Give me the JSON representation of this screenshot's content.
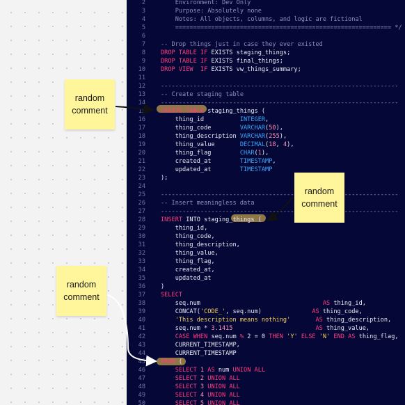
{
  "editor": {
    "lines": [
      {
        "n": "2",
        "t": [
          {
            "c": "cm",
            "s": "    Environment: Dev Only"
          }
        ]
      },
      {
        "n": "3",
        "t": [
          {
            "c": "cm",
            "s": "    Purpose: Absolutely none"
          }
        ]
      },
      {
        "n": "4",
        "t": [
          {
            "c": "cm",
            "s": "    Notes: All objects, columns, and logic are fictional"
          }
        ]
      },
      {
        "n": "5",
        "t": [
          {
            "c": "cm",
            "s": "    ============================================================ */"
          }
        ]
      },
      {
        "n": "6",
        "t": []
      },
      {
        "n": "7",
        "t": [
          {
            "c": "cm",
            "s": "-- Drop things just in case they ever existed"
          }
        ]
      },
      {
        "n": "8",
        "t": [
          {
            "c": "kw",
            "s": "DROP TABLE IF "
          },
          {
            "c": "pl",
            "s": "EXISTS staging_things;"
          }
        ]
      },
      {
        "n": "9",
        "t": [
          {
            "c": "kw",
            "s": "DROP TABLE IF "
          },
          {
            "c": "pl",
            "s": "EXISTS final_things;"
          }
        ]
      },
      {
        "n": "10",
        "t": [
          {
            "c": "kw",
            "s": "DROP VIEW  IF "
          },
          {
            "c": "pl",
            "s": "EXISTS vw_things_summary;"
          }
        ]
      },
      {
        "n": "11",
        "t": []
      },
      {
        "n": "12",
        "t": [
          {
            "c": "cm",
            "s": "------------------------------------------------------------------"
          }
        ]
      },
      {
        "n": "13",
        "t": [
          {
            "c": "cm",
            "s": "-- Create staging table"
          }
        ]
      },
      {
        "n": "14",
        "t": [
          {
            "c": "cm",
            "s": "------------------------------------------------------------------"
          }
        ]
      },
      {
        "n": "15",
        "t": [
          {
            "c": "kw",
            "s": "CREATE TABLE "
          },
          {
            "c": "pl",
            "s": "staging_things ("
          }
        ]
      },
      {
        "n": "16",
        "t": [
          {
            "c": "pl",
            "s": "    thing_id          "
          },
          {
            "c": "ty",
            "s": "INTEGER"
          },
          {
            "c": "pl",
            "s": ","
          }
        ]
      },
      {
        "n": "17",
        "t": [
          {
            "c": "pl",
            "s": "    thing_code        "
          },
          {
            "c": "ty",
            "s": "VARCHAR"
          },
          {
            "c": "pl",
            "s": "("
          },
          {
            "c": "nm",
            "s": "50"
          },
          {
            "c": "pl",
            "s": "),"
          }
        ]
      },
      {
        "n": "18",
        "t": [
          {
            "c": "pl",
            "s": "    thing_description "
          },
          {
            "c": "ty",
            "s": "VARCHAR"
          },
          {
            "c": "pl",
            "s": "("
          },
          {
            "c": "nm",
            "s": "255"
          },
          {
            "c": "pl",
            "s": "),"
          }
        ]
      },
      {
        "n": "19",
        "t": [
          {
            "c": "pl",
            "s": "    thing_value       "
          },
          {
            "c": "ty",
            "s": "DECIMAL"
          },
          {
            "c": "pl",
            "s": "("
          },
          {
            "c": "nm",
            "s": "18"
          },
          {
            "c": "pl",
            "s": ", "
          },
          {
            "c": "nm",
            "s": "4"
          },
          {
            "c": "pl",
            "s": "),"
          }
        ]
      },
      {
        "n": "20",
        "t": [
          {
            "c": "pl",
            "s": "    thing_flag        "
          },
          {
            "c": "ty",
            "s": "CHAR"
          },
          {
            "c": "pl",
            "s": "("
          },
          {
            "c": "nm",
            "s": "1"
          },
          {
            "c": "pl",
            "s": "),"
          }
        ]
      },
      {
        "n": "21",
        "t": [
          {
            "c": "pl",
            "s": "    created_at        "
          },
          {
            "c": "ty",
            "s": "TIMESTAMP"
          },
          {
            "c": "pl",
            "s": ","
          }
        ]
      },
      {
        "n": "22",
        "t": [
          {
            "c": "pl",
            "s": "    updated_at        "
          },
          {
            "c": "ty",
            "s": "TIMESTAMP"
          }
        ]
      },
      {
        "n": "23",
        "t": [
          {
            "c": "pl",
            "s": ");"
          }
        ]
      },
      {
        "n": "24",
        "t": []
      },
      {
        "n": "25",
        "t": [
          {
            "c": "cm",
            "s": "------------------------------------------------------------------"
          }
        ]
      },
      {
        "n": "26",
        "t": [
          {
            "c": "cm",
            "s": "-- Insert meaningless data"
          }
        ]
      },
      {
        "n": "27",
        "t": [
          {
            "c": "cm",
            "s": "------------------------------------------------------------------"
          }
        ]
      },
      {
        "n": "28",
        "t": [
          {
            "c": "kw",
            "s": "INSERT "
          },
          {
            "c": "pl",
            "s": "INTO staging_things ("
          }
        ]
      },
      {
        "n": "29",
        "t": [
          {
            "c": "pl",
            "s": "    thing_id,"
          }
        ]
      },
      {
        "n": "30",
        "t": [
          {
            "c": "pl",
            "s": "    thing_code,"
          }
        ]
      },
      {
        "n": "31",
        "t": [
          {
            "c": "pl",
            "s": "    thing_description,"
          }
        ]
      },
      {
        "n": "32",
        "t": [
          {
            "c": "pl",
            "s": "    thing_value,"
          }
        ]
      },
      {
        "n": "33",
        "t": [
          {
            "c": "pl",
            "s": "    thing_flag,"
          }
        ]
      },
      {
        "n": "34",
        "t": [
          {
            "c": "pl",
            "s": "    created_at,"
          }
        ]
      },
      {
        "n": "35",
        "t": [
          {
            "c": "pl",
            "s": "    updated_at"
          }
        ]
      },
      {
        "n": "36",
        "t": [
          {
            "c": "pl",
            "s": ")"
          }
        ]
      },
      {
        "n": "37",
        "t": [
          {
            "c": "kw",
            "s": "SELECT"
          }
        ]
      },
      {
        "n": "38",
        "t": [
          {
            "c": "pl",
            "s": "    seq.num                                  "
          },
          {
            "c": "kw",
            "s": "AS"
          },
          {
            "c": "pl",
            "s": " thing_id,"
          }
        ]
      },
      {
        "n": "39",
        "t": [
          {
            "c": "pl",
            "s": "    CONCAT("
          },
          {
            "c": "st",
            "s": "'CODE_'"
          },
          {
            "c": "pl",
            "s": ", seq.num)              "
          },
          {
            "c": "kw",
            "s": "AS"
          },
          {
            "c": "pl",
            "s": " thing_code,"
          }
        ]
      },
      {
        "n": "40",
        "t": [
          {
            "c": "pl",
            "s": "    "
          },
          {
            "c": "st",
            "s": "'This description means nothing'"
          },
          {
            "c": "pl",
            "s": "       "
          },
          {
            "c": "kw",
            "s": "AS"
          },
          {
            "c": "pl",
            "s": " thing_description,"
          }
        ]
      },
      {
        "n": "41",
        "t": [
          {
            "c": "pl",
            "s": "    seq.num * "
          },
          {
            "c": "nm",
            "s": "3.1415"
          },
          {
            "c": "pl",
            "s": "                       "
          },
          {
            "c": "kw",
            "s": "AS"
          },
          {
            "c": "pl",
            "s": " thing_value,"
          }
        ]
      },
      {
        "n": "42",
        "t": [
          {
            "c": "pl",
            "s": "    "
          },
          {
            "c": "kw",
            "s": "CASE WHEN"
          },
          {
            "c": "pl",
            "s": " seq.num "
          },
          {
            "c": "kw",
            "s": "%"
          },
          {
            "c": "pl",
            "s": " 2 = 0 "
          },
          {
            "c": "kw",
            "s": "THEN"
          },
          {
            "c": "st",
            "s": " 'Y' "
          },
          {
            "c": "kw",
            "s": "ELSE"
          },
          {
            "c": "st",
            "s": " 'N' "
          },
          {
            "c": "kw",
            "s": "END AS"
          },
          {
            "c": "pl",
            "s": " thing_flag,"
          }
        ]
      },
      {
        "n": "43",
        "t": [
          {
            "c": "pl",
            "s": "    CURRENT_TIMESTAMP,"
          }
        ]
      },
      {
        "n": "44",
        "t": [
          {
            "c": "pl",
            "s": "    CURRENT_TIMESTAMP"
          }
        ]
      },
      {
        "n": "45",
        "t": [
          {
            "c": "kw",
            "s": "FROM "
          },
          {
            "c": "pl",
            "s": "("
          }
        ]
      },
      {
        "n": "46",
        "t": [
          {
            "c": "kw",
            "s": "    SELECT "
          },
          {
            "c": "nm",
            "s": "1"
          },
          {
            "c": "kw",
            "s": " AS "
          },
          {
            "c": "pl",
            "s": "num "
          },
          {
            "c": "kw",
            "s": "UNION ALL"
          }
        ]
      },
      {
        "n": "47",
        "t": [
          {
            "c": "kw",
            "s": "    SELECT "
          },
          {
            "c": "nm",
            "s": "2"
          },
          {
            "c": "kw",
            "s": " UNION ALL"
          }
        ]
      },
      {
        "n": "48",
        "t": [
          {
            "c": "kw",
            "s": "    SELECT "
          },
          {
            "c": "nm",
            "s": "3"
          },
          {
            "c": "kw",
            "s": " UNION ALL"
          }
        ]
      },
      {
        "n": "49",
        "t": [
          {
            "c": "kw",
            "s": "    SELECT "
          },
          {
            "c": "nm",
            "s": "4"
          },
          {
            "c": "kw",
            "s": " UNION ALL"
          }
        ]
      },
      {
        "n": "50",
        "t": [
          {
            "c": "kw",
            "s": "    SELECT "
          },
          {
            "c": "nm",
            "s": "5"
          },
          {
            "c": "kw",
            "s": " UNION ALL"
          }
        ]
      }
    ]
  },
  "notes": [
    {
      "id": "note-1",
      "text": "random comment"
    },
    {
      "id": "note-2",
      "text": "random comment"
    },
    {
      "id": "note-3",
      "text": "random comment"
    }
  ],
  "colors": {
    "editor_bg": "#050837",
    "sticky": "#fff59a",
    "keyword": "#ff3d7f",
    "type": "#3aa8ff",
    "string": "#f4d05a",
    "comment": "#8c90bd",
    "highlight": "#a8894a"
  }
}
